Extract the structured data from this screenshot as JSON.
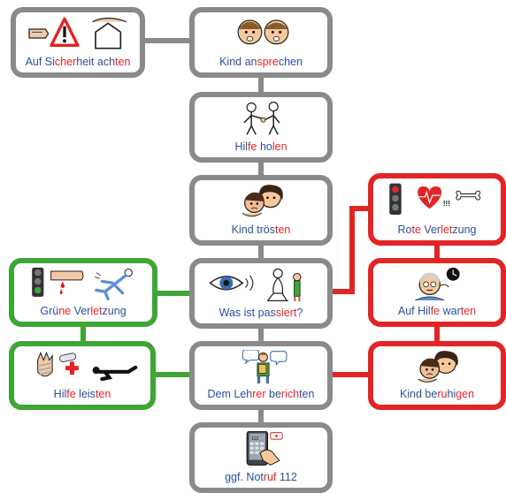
{
  "colors": {
    "neutral": "#8a8a8a",
    "green": "#3fa535",
    "red": "#e32424",
    "text": "#2b4e9c"
  },
  "cards": [
    {
      "id": "safety",
      "label": [
        [
          "Auf Si",
          0
        ],
        [
          "cher",
          1
        ],
        [
          "heit ach",
          0
        ],
        [
          "ten",
          1
        ]
      ],
      "icon": "warning-house-icon"
    },
    {
      "id": "speak",
      "label": [
        [
          "Kind an",
          0
        ],
        [
          "spre",
          1
        ],
        [
          "chen",
          0
        ]
      ],
      "icon": "faces-talking-icon"
    },
    {
      "id": "help",
      "label": [
        [
          "Hil",
          0
        ],
        [
          "fe",
          1
        ],
        [
          " ho",
          0
        ],
        [
          "len",
          1
        ]
      ],
      "icon": "people-helping-icon"
    },
    {
      "id": "comfort",
      "label": [
        [
          "Kind trös",
          0
        ],
        [
          "ten",
          1
        ]
      ],
      "icon": "comforting-child-icon"
    },
    {
      "id": "green-injury",
      "label": [
        [
          "Grü",
          0
        ],
        [
          "ne",
          1
        ],
        [
          " Ver",
          0
        ],
        [
          "let",
          1
        ],
        [
          "zung",
          0
        ]
      ],
      "icon": "green-traffic-light-icon"
    },
    {
      "id": "what",
      "label": [
        [
          "Was ist pas",
          0
        ],
        [
          "siert",
          1
        ],
        [
          "?",
          0
        ]
      ],
      "icon": "eye-doctor-icon"
    },
    {
      "id": "red-injury",
      "label": [
        [
          "Ro",
          0
        ],
        [
          "te",
          1
        ],
        [
          " Ver",
          0
        ],
        [
          "let",
          1
        ],
        [
          "zung",
          0
        ]
      ],
      "icon": "red-traffic-light-icon"
    },
    {
      "id": "wait",
      "label": [
        [
          "Auf Hil",
          0
        ],
        [
          "fe",
          1
        ],
        [
          " war",
          0
        ],
        [
          "ten",
          1
        ]
      ],
      "icon": "waiting-clock-icon"
    },
    {
      "id": "first-aid",
      "label": [
        [
          "Hil",
          0
        ],
        [
          "fe",
          1
        ],
        [
          " leis",
          0
        ],
        [
          "ten",
          1
        ]
      ],
      "icon": "first-aid-icon"
    },
    {
      "id": "teacher",
      "label": [
        [
          "Dem Leh",
          0
        ],
        [
          "rer",
          1
        ],
        [
          " be",
          0
        ],
        [
          "rich",
          1
        ],
        [
          "ten",
          0
        ]
      ],
      "icon": "reporting-person-icon"
    },
    {
      "id": "calm",
      "label": [
        [
          "Kind be",
          0
        ],
        [
          "ru",
          1
        ],
        [
          "hi",
          0
        ],
        [
          "gen",
          1
        ]
      ],
      "icon": "calming-child-icon"
    },
    {
      "id": "call",
      "label": [
        [
          "ggf. Not",
          0
        ],
        [
          "ruf",
          1
        ],
        [
          " 112",
          0
        ]
      ],
      "icon": "phone-112-icon"
    }
  ]
}
